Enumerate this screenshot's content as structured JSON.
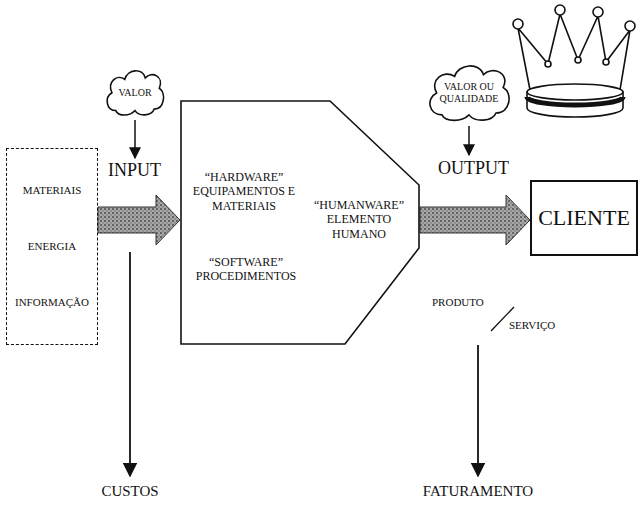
{
  "diagram": {
    "nodes": [
      {
        "text": [
          "MATERIAIS",
          "ENERGIA",
          "INFORMAÇÃO"
        ]
      },
      {
        "text": [
          "VALOR"
        ]
      },
      {
        "text": [
          "“HARDWARE” EQUIPAMENTOS E MATERIAIS",
          "“SOFTWARE” PROCEDIMENTOS",
          "“HUMANWARE” ELEMENTO HUMANO"
        ]
      },
      {
        "text": [
          "VALOR OU QUALIDADE"
        ]
      },
      {
        "text": [
          "CLIENTE"
        ]
      }
    ],
    "edges": [
      {
        "from": 0,
        "to": 2,
        "arrow": "to"
      },
      {
        "from": 2,
        "to": 4,
        "arrow": "to"
      }
    ],
    "labels": [
      "INPUT",
      "OUTPUT",
      "PRODUTO",
      "SERVIÇO",
      "CUSTOS",
      "FATURAMENTO"
    ]
  }
}
